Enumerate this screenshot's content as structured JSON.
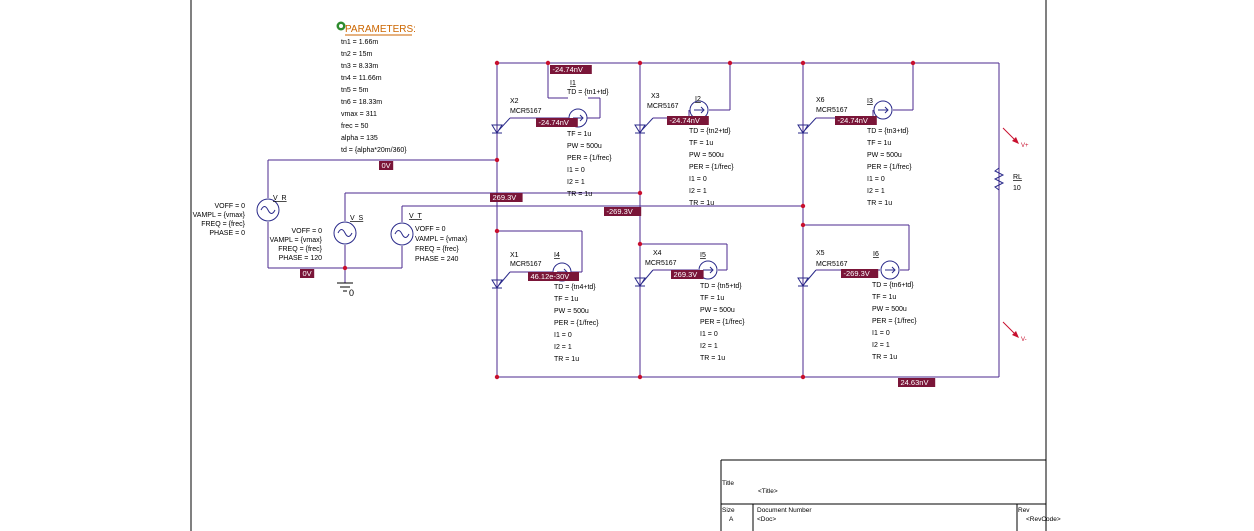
{
  "colors": {
    "wire": "#4b2a8f",
    "device": "#2a2a8a",
    "node": "#c8102e",
    "voltage_bg": "#7a1538",
    "voltage_text": "#ffffff",
    "params": "#cc6600"
  },
  "parameters": {
    "header": "PARAMETERS:",
    "lines": [
      "tn1 = 1.66m",
      "tn2 = 15m",
      "tn3 = 8.33m",
      "tn4 = 11.66m",
      "tn5 = 5m",
      "tn6 = 18.33m",
      "vmax = 311",
      "frec = 50",
      "alpha = 135",
      "td = {alpha*20m/360}"
    ]
  },
  "voltages": {
    "top_rail": "-24.74nV",
    "x2_gate": "-24.74nV",
    "x3_gate": "-24.74nV",
    "x6_gate": "-24.74nV",
    "phase_r": "0V",
    "phase_s": "269.3V",
    "phase_t": "-269.3V",
    "x1_gate": "46.12e-30V",
    "x4_gate": "269.3V",
    "x5_gate": "-269.3V",
    "neutral": "0V",
    "bottom_rail": "24.63nV"
  },
  "sources": {
    "vr": {
      "name": "V_R",
      "lines": [
        "VOFF = 0",
        "VAMPL = {vmax}",
        "FREQ = {frec}",
        "PHASE = 0"
      ]
    },
    "vs": {
      "name": "V_S",
      "lines": [
        "VOFF = 0",
        "VAMPL = {vmax}",
        "FREQ = {frec}",
        "PHASE = 120"
      ]
    },
    "vt": {
      "name": "V_T",
      "lines": [
        "VOFF = 0",
        "VAMPL = {vmax}",
        "FREQ = {frec}",
        "PHASE = 240"
      ]
    }
  },
  "ground": {
    "label": "0"
  },
  "thyristors": {
    "x1": {
      "ref": "X1",
      "model": "MCR5167"
    },
    "x2": {
      "ref": "X2",
      "model": "MCR5167"
    },
    "x3": {
      "ref": "X3",
      "model": "MCR5167"
    },
    "x4": {
      "ref": "X4",
      "model": "MCR5167"
    },
    "x5": {
      "ref": "X5",
      "model": "MCR5167"
    },
    "x6": {
      "ref": "X6",
      "model": "MCR5167"
    }
  },
  "pulses": {
    "i1": {
      "name": "I1",
      "td": "TD = {tn1+td}",
      "lines": [
        "TF = 1u",
        "PW = 500u",
        "PER = {1/frec}",
        "I1 = 0",
        "I2 = 1",
        "TR = 1u"
      ]
    },
    "i2": {
      "name": "I2",
      "td": "TD = {tn2+td}",
      "lines": [
        "TF = 1u",
        "PW = 500u",
        "PER = {1/frec}",
        "I1 = 0",
        "I2 = 1",
        "TR = 1u"
      ]
    },
    "i3": {
      "name": "I3",
      "td": "TD = {tn3+td}",
      "lines": [
        "TF = 1u",
        "PW = 500u",
        "PER = {1/frec}",
        "I1 = 0",
        "I2 = 1",
        "TR = 1u"
      ]
    },
    "i4": {
      "name": "I4",
      "td": "TD = {tn4+td}",
      "lines": [
        "TF = 1u",
        "PW = 500u",
        "PER = {1/frec}",
        "I1 = 0",
        "I2 = 1",
        "TR = 1u"
      ]
    },
    "i5": {
      "name": "I5",
      "td": "TD = {tn5+td}",
      "lines": [
        "TF = 1u",
        "PW = 500u",
        "PER = {1/frec}",
        "I1 = 0",
        "I2 = 1",
        "TR = 1u"
      ]
    },
    "i6": {
      "name": "I6",
      "td": "TD = {tn6+td}",
      "lines": [
        "TF = 1u",
        "PW = 500u",
        "PER = {1/frec}",
        "I1 = 0",
        "I2 = 1",
        "TR = 1u"
      ]
    }
  },
  "load": {
    "name": "RL",
    "value": "10",
    "probe_pos": "V+",
    "probe_neg": "V-"
  },
  "title_block": {
    "title_label": "Title",
    "title_value": "<Title>",
    "size_label": "Size",
    "size_value": "A",
    "docnum_label": "Document Number",
    "docnum_value": "<Doc>",
    "rev_label": "Rev",
    "rev_value": "<RevCode>"
  }
}
